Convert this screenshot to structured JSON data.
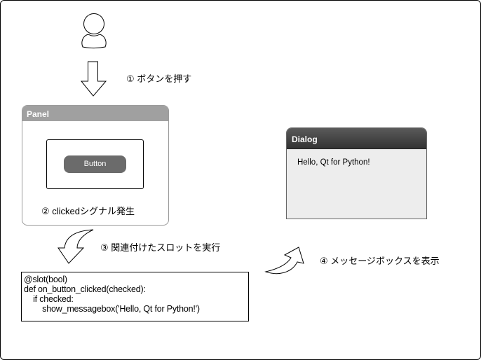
{
  "steps": {
    "step1": "① ボタンを押す",
    "step2": "② clickedシグナル発生",
    "step3": "③ 関連付けたスロットを実行",
    "step4": "④ メッセージボックスを表示"
  },
  "panel": {
    "title": "Panel",
    "button_label": "Button",
    "header_color": "#a0a0a0",
    "button_color": "#6b6b6b"
  },
  "dialog": {
    "title": "Dialog",
    "message": "Hello, Qt for Python!"
  },
  "code": {
    "lines": [
      "@slot(bool)",
      "def on_button_clicked(checked):",
      "    if checked:",
      "        show_messagebox('Hello, Qt for Python!')"
    ]
  },
  "icons": {
    "user": "user-icon",
    "arrow_down": "arrow-down-icon",
    "curved_arrow_down": "curved-arrow-down-icon",
    "curved_arrow_up": "curved-arrow-up-icon"
  }
}
